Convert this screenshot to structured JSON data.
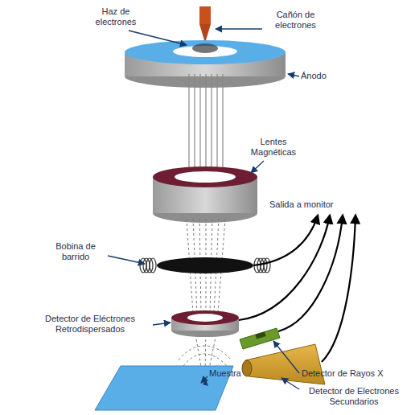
{
  "diagram": {
    "labels": [
      "Haz de electrones",
      "Cañón de electrones",
      "Ánodo",
      "Lentes Magnéticas",
      "Salida a monitor",
      "Bobina de barrido",
      "Detector de Eléctrones Retrodispersados",
      "Detector de Rayos X",
      "Muestra",
      "Detector de Electrones Secundarios"
    ]
  }
}
